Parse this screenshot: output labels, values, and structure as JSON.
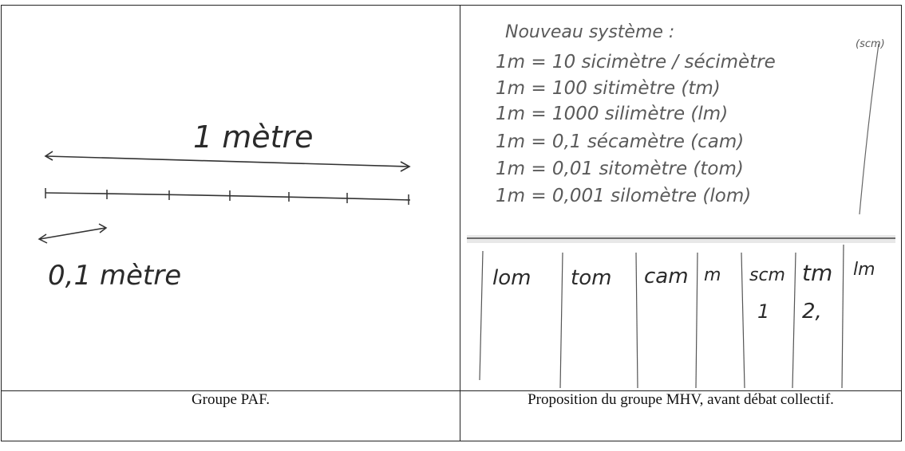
{
  "left_panel": {
    "annotation_long": "1 mètre",
    "annotation_short": "0,1 mètre",
    "caption": "Groupe PAF."
  },
  "right_panel": {
    "heading": "Nouveau système :",
    "lines": [
      "1m = 10 sicimètre / sécimètre",
      "1m = 100 sitimètre (tm)",
      "1m = 1000 silimètre (lm)",
      "1m = 0,1 sécamètre (cam)",
      "1m = 0,01 sitomètre (tom)",
      "1m = 0,001 silomètre (lom)"
    ],
    "line_annotation": "(scm)",
    "table_headers": [
      "lom",
      "tom",
      "cam",
      "m",
      "scm",
      "tm",
      "lm"
    ],
    "table_values": {
      "scm": "1",
      "tm": "2,"
    },
    "caption": "Proposition du groupe MHV, avant débat collectif."
  }
}
